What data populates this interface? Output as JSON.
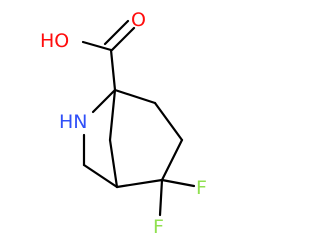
{
  "atoms": {
    "hydroxyl": {
      "text": "HO",
      "color": "#ff0d0d"
    },
    "carbonyl_oxygen": {
      "text": "O",
      "color": "#ff0d0d"
    },
    "amine": {
      "text": "HN",
      "color": "#3050f8"
    },
    "fluorine_1": {
      "text": "F",
      "color": "#90e050"
    },
    "fluorine_2": {
      "text": "F",
      "color": "#90e050"
    }
  },
  "colors": {
    "bond": "#000000",
    "background": "#ffffff"
  }
}
